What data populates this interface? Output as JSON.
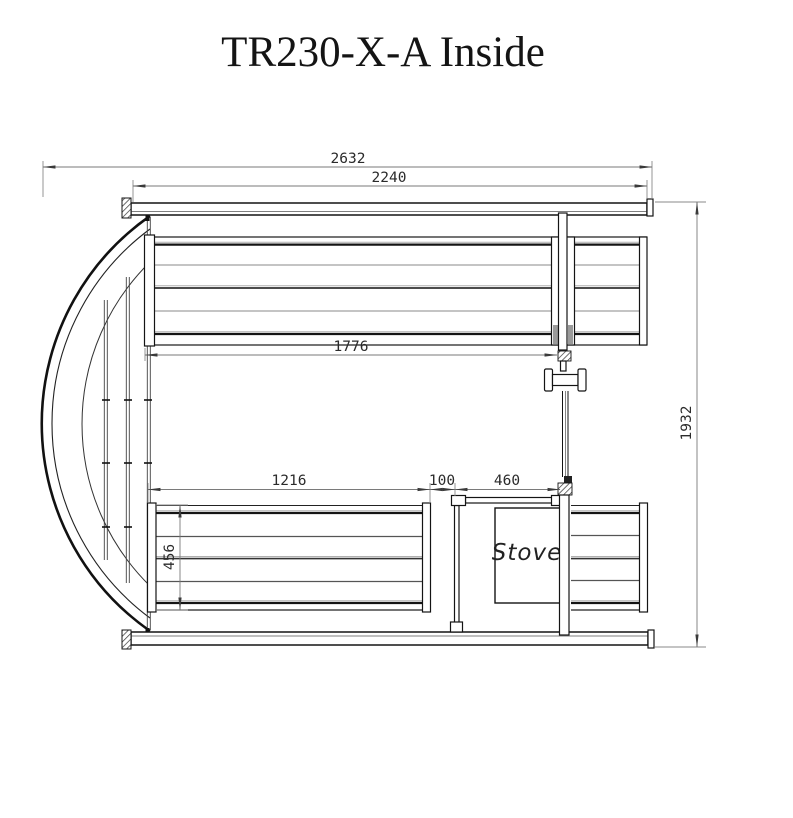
{
  "title": "TR230-X-A Inside",
  "drawing": {
    "type": "sauna-floor-plan",
    "labels": {
      "stove": "Stove"
    },
    "dimensions": {
      "overall_width": "2632",
      "inner_width": "2240",
      "upper_bench_length": "1776",
      "lower_bench_length": "1216",
      "stove_gap": "100",
      "stove_width": "460",
      "bench_depth": "456",
      "overall_depth": "1932"
    },
    "colors": {
      "background": "#ffffff",
      "outline": "#141414",
      "dimension_line": "#7a7a7a",
      "text": "#2b2b2b",
      "thin_line": "#8a8a8a"
    }
  }
}
